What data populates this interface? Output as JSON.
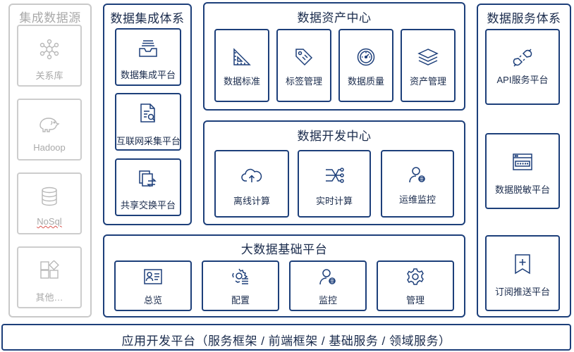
{
  "sources": {
    "title": "集成数据源",
    "items": [
      {
        "label": "关系库",
        "icon": "relational-db-icon"
      },
      {
        "label": "Hadoop",
        "icon": "hadoop-elephant-icon"
      },
      {
        "label": "NoSql",
        "icon": "database-stack-icon"
      },
      {
        "label": "其他…",
        "icon": "blocks-icon"
      }
    ]
  },
  "integration": {
    "title": "数据集成体系",
    "items": [
      {
        "label": "数据集成平台",
        "icon": "inbox-tray-icon"
      },
      {
        "label": "互联网采集平台",
        "icon": "document-search-icon"
      },
      {
        "label": "共享交换平台",
        "icon": "exchange-files-icon"
      }
    ]
  },
  "assets": {
    "title": "数据资产中心",
    "items": [
      {
        "label": "数据标准",
        "icon": "ruler-triangle-icon"
      },
      {
        "label": "标签管理",
        "icon": "tag-icon"
      },
      {
        "label": "数据质量",
        "icon": "gauge-icon"
      },
      {
        "label": "资产管理",
        "icon": "layers-icon"
      }
    ]
  },
  "dev": {
    "title": "数据开发中心",
    "items": [
      {
        "label": "离线计算",
        "icon": "cloud-upload-icon"
      },
      {
        "label": "实时计算",
        "icon": "realtime-flow-icon"
      },
      {
        "label": "运维监控",
        "icon": "user-monitor-icon"
      }
    ]
  },
  "base": {
    "title": "大数据基础平台",
    "items": [
      {
        "label": "总览",
        "icon": "id-card-icon"
      },
      {
        "label": "配置",
        "icon": "config-gear-icon"
      },
      {
        "label": "监控",
        "icon": "user-monitor-icon"
      },
      {
        "label": "管理",
        "icon": "settings-gear-icon"
      }
    ]
  },
  "services": {
    "title": "数据服务体系",
    "items": [
      {
        "label": "API服务平台",
        "icon": "plug-icon"
      },
      {
        "label": "数据脱敏平台",
        "icon": "masked-window-icon"
      },
      {
        "label": "订阅推送平台",
        "icon": "bookmark-plus-icon"
      }
    ]
  },
  "app_platform": {
    "label": "应用开发平台（服务框架 / 前端框架 / 基础服务 / 领域服务）"
  },
  "colors": {
    "border": "#1d3f7a",
    "grey": "#c9c9c9",
    "text": "#1a2b4c"
  }
}
